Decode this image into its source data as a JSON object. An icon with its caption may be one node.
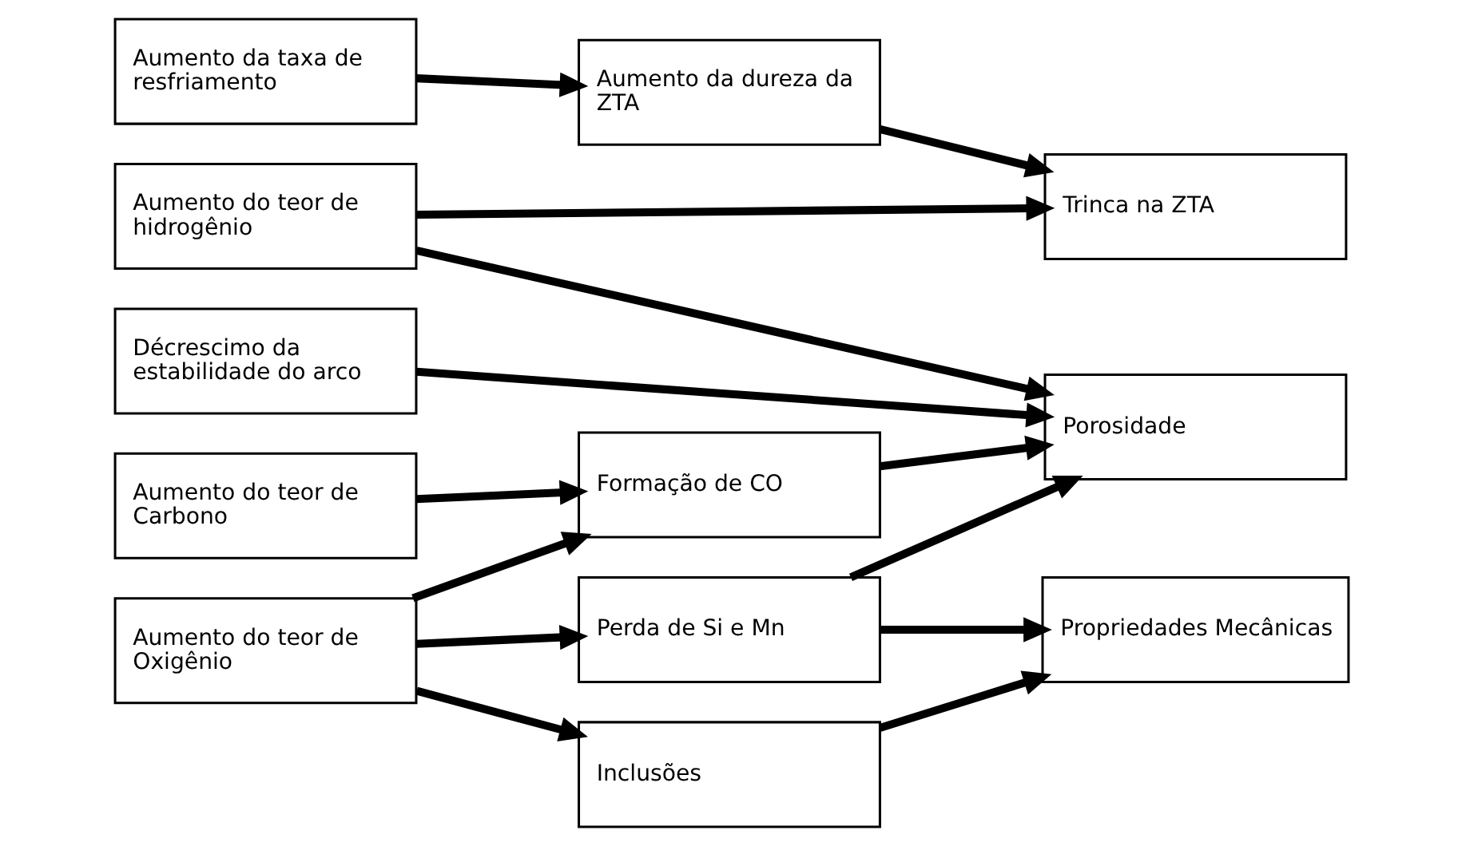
{
  "diagram": {
    "nodes": [
      {
        "text": [
          "Aumento da taxa de resfriamento"
        ]
      },
      {
        "text": [
          "Aumento do teor de hidrogênio"
        ]
      },
      {
        "text": [
          "Décrescimo da estabilidade do arco"
        ]
      },
      {
        "text": [
          "Aumento do teor de Carbono"
        ]
      },
      {
        "text": [
          "Aumento do teor de Oxigênio"
        ]
      },
      {
        "text": [
          "Aumento da dureza da ZTA"
        ]
      },
      {
        "text": [
          "Formação de CO"
        ]
      },
      {
        "text": [
          "Perda de Si e Mn"
        ]
      },
      {
        "text": [
          "Inclusões"
        ]
      },
      {
        "text": [
          "Trinca na ZTA"
        ]
      },
      {
        "text": [
          "Porosidade"
        ]
      },
      {
        "text": [
          "Propriedades Mecânicas"
        ]
      }
    ],
    "edges": [
      {
        "from": 0,
        "to": 5,
        "arrow": "to"
      },
      {
        "from": 5,
        "to": 9,
        "arrow": "to"
      },
      {
        "from": 1,
        "to": 9,
        "arrow": "to"
      },
      {
        "from": 1,
        "to": 10,
        "arrow": "to"
      },
      {
        "from": 2,
        "to": 10,
        "arrow": "to"
      },
      {
        "from": 3,
        "to": 6,
        "arrow": "to"
      },
      {
        "from": 4,
        "to": 6,
        "arrow": "to"
      },
      {
        "from": 4,
        "to": 7,
        "arrow": "to"
      },
      {
        "from": 4,
        "to": 8,
        "arrow": "to"
      },
      {
        "from": 6,
        "to": 10,
        "arrow": "to"
      },
      {
        "from": 7,
        "to": 10,
        "arrow": "to"
      },
      {
        "from": 7,
        "to": 11,
        "arrow": "to"
      },
      {
        "from": 8,
        "to": 11,
        "arrow": "to"
      }
    ]
  }
}
